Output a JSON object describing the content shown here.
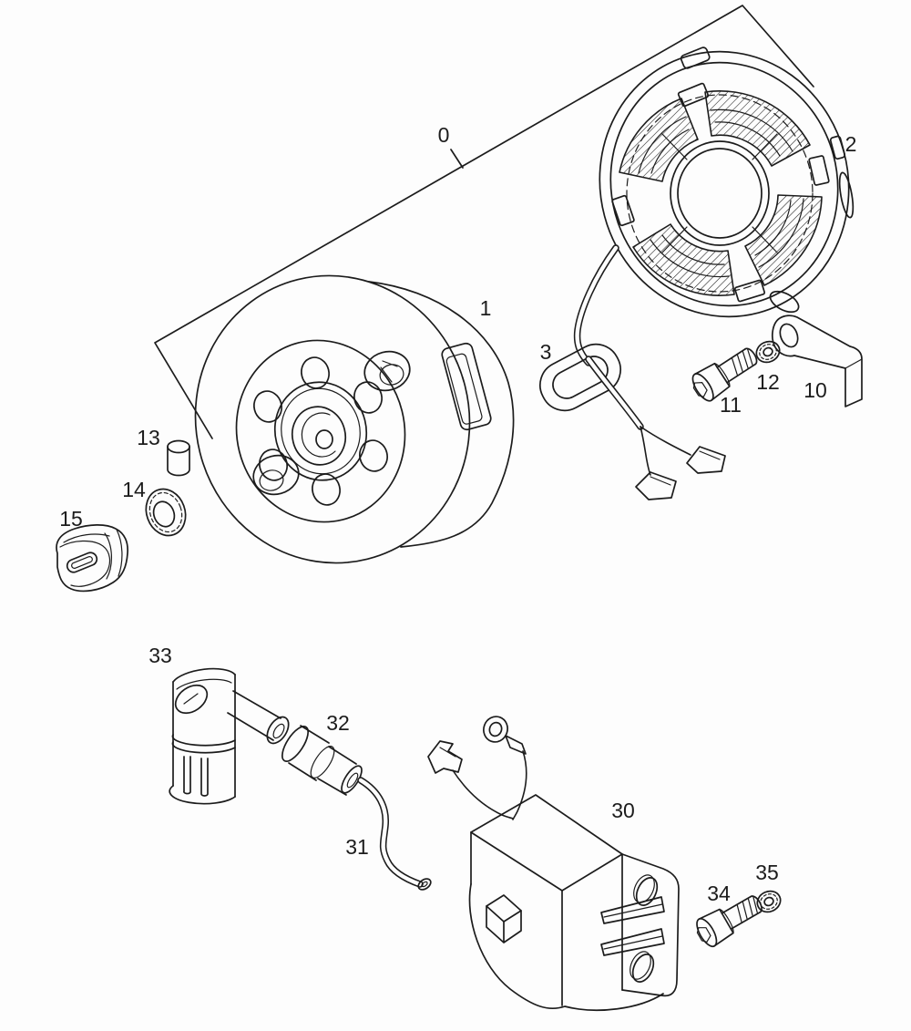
{
  "diagram": {
    "background": "#fdfdfd",
    "line_color": "#1c1c1c"
  },
  "callouts": [
    {
      "label": "0"
    },
    {
      "label": "1"
    },
    {
      "label": "2"
    },
    {
      "label": "3"
    },
    {
      "label": "10"
    },
    {
      "label": "11"
    },
    {
      "label": "12"
    },
    {
      "label": "13"
    },
    {
      "label": "14"
    },
    {
      "label": "15"
    },
    {
      "label": "30"
    },
    {
      "label": "31"
    },
    {
      "label": "32"
    },
    {
      "label": "33"
    },
    {
      "label": "34"
    },
    {
      "label": "35"
    }
  ]
}
